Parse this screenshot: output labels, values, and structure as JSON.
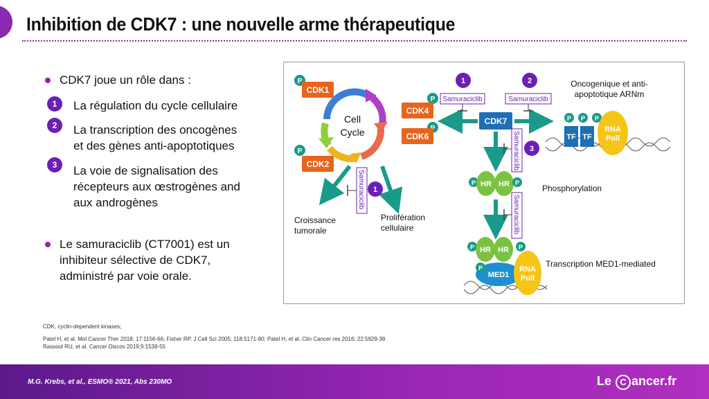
{
  "title": "Inhibition de CDK7 : une nouvelle arme thérapeutique",
  "bullets": {
    "b1": "CDK7 joue un rôle dans :",
    "sub": [
      {
        "num": "1",
        "lines": [
          "La régulation du cycle cellulaire"
        ]
      },
      {
        "num": "2",
        "lines": [
          "La transcription des oncogènes",
          "et des gènes anti-apoptotiques"
        ]
      },
      {
        "num": "3",
        "lines": [
          "La voie de signalisation des",
          "récepteurs aux œstrogènes and",
          "aux androgènes"
        ]
      }
    ],
    "b2": [
      "Le samuraciclib (CT7001) est un",
      "inhibiteur sélective de CDK7,",
      "administré par voie orale."
    ]
  },
  "diagram": {
    "p": "P",
    "cdk1": "CDK1",
    "cdk2": "CDK2",
    "cdk4": "CDK4",
    "cdk6": "CDK6",
    "cdk7": "CDK7",
    "cell_cycle": [
      "Cell",
      "Cycle"
    ],
    "samuraciclib": "Samuraciclib",
    "n1": "1",
    "n2": "2",
    "n3": "3",
    "croissance": [
      "Croissance",
      "tumorale"
    ],
    "proliferation": [
      "Prolifération",
      "cellulaire"
    ],
    "oncogenique": [
      "Oncogeniquе et anti-",
      "apoptotique ARNm"
    ],
    "tf": "TF",
    "rna_poll": [
      "RNA",
      "Poll"
    ],
    "hr": "HR",
    "phosphorylation": "Phosphorylation",
    "med1": "MED1",
    "transcription": "Transcription MED1-mediated"
  },
  "footnote": "CDK; cyclin-dependent kinases;",
  "references": [
    "Patel H, et al. Mol Cancer Ther 2018; 17:1156-66; Fisher RP. J Cell Sci 2005; 118:5171-80; Patel H, et al. Clin Cancer res 2016; 22:5929-38",
    "Rassool RU, et al. Cancer Discov 2019;9:1538-55"
  ],
  "footer": "M.G. Krebs,  et al., ESMO® 2021, Abs 230MO",
  "logo": {
    "le": "Le",
    "c": "C",
    "rest": "ancer.fr"
  },
  "colors": {
    "accent": "#9a1fb0",
    "cdk": "#e8641b",
    "cdk7": "#1e6fb5",
    "teal": "#1a9a8a",
    "green": "#7cc242",
    "yellow": "#f5c518"
  }
}
